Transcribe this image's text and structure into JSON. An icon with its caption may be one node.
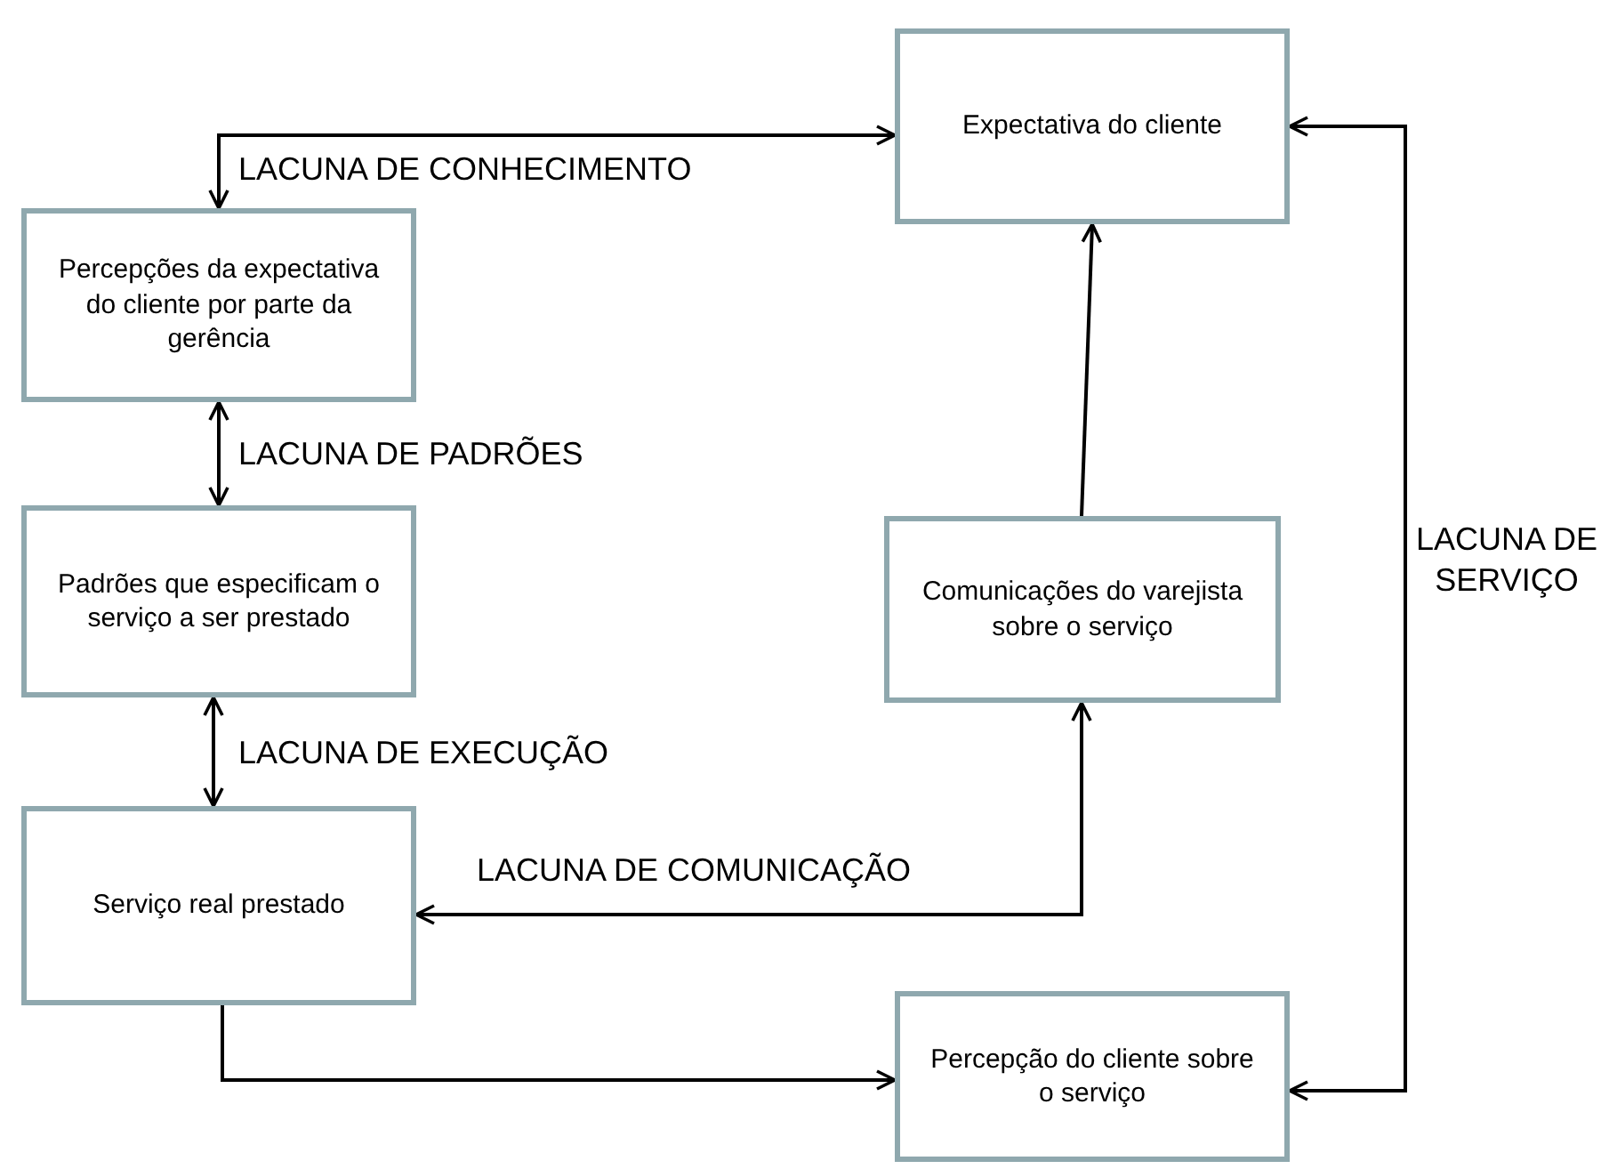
{
  "diagram": {
    "nodes": [
      {
        "text": [
          "Expectativa do cliente"
        ]
      },
      {
        "text": [
          "Percepções da expectativa do cliente por parte da gerência"
        ]
      },
      {
        "text": [
          "Padrões que especificam o serviço a ser prestado"
        ]
      },
      {
        "text": [
          "Serviço real prestado"
        ]
      },
      {
        "text": [
          "Comunicações do varejista sobre o serviço"
        ]
      },
      {
        "text": [
          "Percepção do cliente sobre o serviço"
        ]
      }
    ],
    "edges": [
      {
        "from": 0,
        "to": 1,
        "arrow": "both",
        "label": "LACUNA DE CONHECIMENTO"
      },
      {
        "from": 1,
        "to": 2,
        "arrow": "both",
        "label": "LACUNA DE PADRÕES"
      },
      {
        "from": 2,
        "to": 3,
        "arrow": "both",
        "label": "LACUNA DE EXECUÇÃO"
      },
      {
        "from": 3,
        "to": 4,
        "arrow": "both",
        "label": "LACUNA DE COMUNICAÇÃO"
      },
      {
        "from": 4,
        "to": 0,
        "arrow": "to"
      },
      {
        "from": 3,
        "to": 5,
        "arrow": "to"
      },
      {
        "from": 0,
        "to": 5,
        "arrow": "both",
        "label": "LACUNA DE SERVIÇO"
      }
    ]
  }
}
